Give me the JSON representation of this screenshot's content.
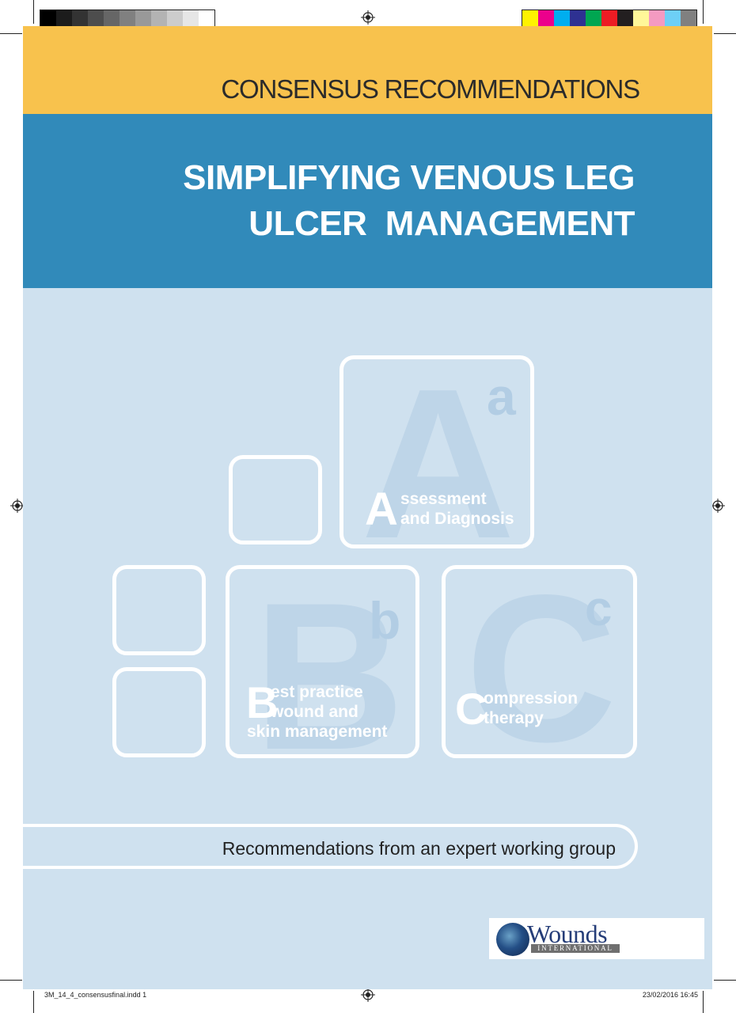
{
  "header": {
    "kicker": "CONSENSUS RECOMMENDATIONS"
  },
  "title": {
    "line1": "SIMPLIFYING VENOUS LEG",
    "line2": "ULCER  MANAGEMENT"
  },
  "abc": {
    "a": {
      "ghost_letter": "A",
      "ghost_small": "a",
      "initial": "A",
      "line1": "ssessment",
      "line2": "and Diagnosis"
    },
    "b": {
      "ghost_letter": "B",
      "ghost_small": "b",
      "initial": "B",
      "line1": "est practice",
      "line2": "wound and",
      "line3": "skin management"
    },
    "c": {
      "ghost_letter": "C",
      "ghost_small": "c",
      "initial": "C",
      "line1": "ompression",
      "line2": "therapy"
    }
  },
  "tagline": "Recommendations from an expert working group",
  "logo": {
    "name": "Wounds",
    "subtitle": "INTERNATIONAL"
  },
  "slug": {
    "file": "3M_14_4_consensusfinal.indd   1",
    "datetime": "23/02/2016   16:45"
  },
  "colors": {
    "banner_yellow": "#f8c24d",
    "banner_blue": "#318aba",
    "panel_light_blue": "#cfe1ef"
  }
}
